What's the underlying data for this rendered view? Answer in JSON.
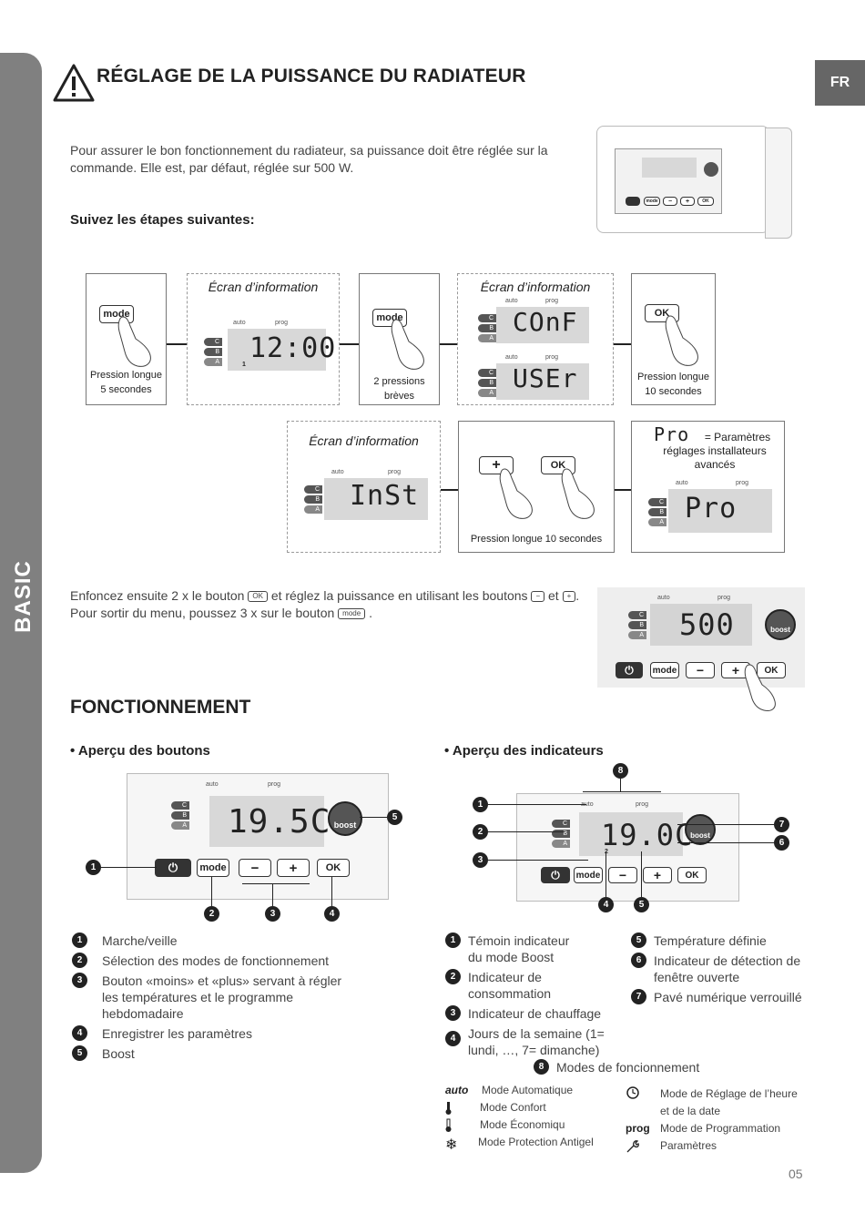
{
  "sidebar": {
    "label": "BASIC"
  },
  "lang": "FR",
  "title": "RÉGLAGE DE LA PUISSANCE DU RADIATEUR",
  "intro": "Pour assurer le bon fonctionnement du radiateur, sa puissance doit être réglée sur la commande. Elle est, par défaut, réglée sur 500 W.",
  "steps_title": "Suivez les étapes suivantes:",
  "info_screen": "Écran d’information",
  "steps": {
    "s1": "Pression longue 5 secondes",
    "s2": "2 pressions brèves",
    "s3": "Pression longue 10 secondes",
    "s5": "Pression longue 10 secondes",
    "pro_desc": "= Paramètres réglages installateurs avancés"
  },
  "lcd": {
    "time": "12:00",
    "conf": "COnF",
    "user": "USEr",
    "inst": "InSt",
    "pro": "Pro",
    "power": "500",
    "temp1": "19.5C",
    "temp2": "19.0C",
    "auto": "auto",
    "prog": "prog",
    "tag_c": "C",
    "tag_b": "B",
    "tag_a": "A",
    "day": "1",
    "day2": "2"
  },
  "buttons": {
    "mode": "mode",
    "ok": "OK",
    "minus": "−",
    "plus": "+",
    "power": "⏻",
    "boost": "boost"
  },
  "para2": {
    "p1a": "Enfoncez ensuite 2 x le bouton",
    "p1b": "et réglez la puissance en utilisant les boutons",
    "p1c": "et",
    "p2a": "Pour sortir du menu, poussez 3 x sur le bouton"
  },
  "fonctionnement": "FONCTIONNEMENT",
  "apercu_boutons": "• Aperçu des boutons",
  "apercu_indicateurs": "• Aperçu des indicateurs",
  "buttons_list": [
    {
      "n": "1",
      "text": "Marche/veille"
    },
    {
      "n": "2",
      "text": "Sélection des modes de fonctionnement"
    },
    {
      "n": "3",
      "text": "Bouton «moins» et «plus» servant à régler les températures et le programme hebdomadaire"
    },
    {
      "n": "4",
      "text": "Enregistrer les paramètres"
    },
    {
      "n": "5",
      "text": "Boost"
    }
  ],
  "ind_left": [
    {
      "n": "1",
      "text": "Témoin indicateur du mode Boost"
    },
    {
      "n": "2",
      "text": "Indicateur de consommation"
    },
    {
      "n": "3",
      "text": "Indicateur de chauffage"
    },
    {
      "n": "4",
      "text": "Jours de la semaine (1= lundi, …, 7= dimanche)"
    }
  ],
  "ind_right": [
    {
      "n": "5",
      "text": "Température définie"
    },
    {
      "n": "6",
      "text": "Indicateur de détection de fenêtre ouverte"
    },
    {
      "n": "7",
      "text": "Pavé numérique verrouillé"
    }
  ],
  "modes_title": {
    "n": "8",
    "text": "Modes de foncionnement"
  },
  "modes_left": [
    {
      "icon": "auto",
      "text": "Mode Automatique"
    },
    {
      "icon": "",
      "text": "Mode Confort"
    },
    {
      "icon": "",
      "text": "Mode Économiqu"
    },
    {
      "icon": "❄",
      "text": "Mode Protection Antigel"
    }
  ],
  "modes_right": [
    {
      "icon": "",
      "text": "Mode de Réglage de l’heure et de la date"
    },
    {
      "icon": "prog",
      "text": "Mode de Programmation"
    },
    {
      "icon": "",
      "text": "Paramètres"
    }
  ],
  "page_number": "05",
  "callouts": {
    "c1": "1",
    "c2": "2",
    "c3": "3",
    "c4": "4",
    "c5": "5",
    "c6": "6",
    "c7": "7",
    "c8": "8"
  }
}
